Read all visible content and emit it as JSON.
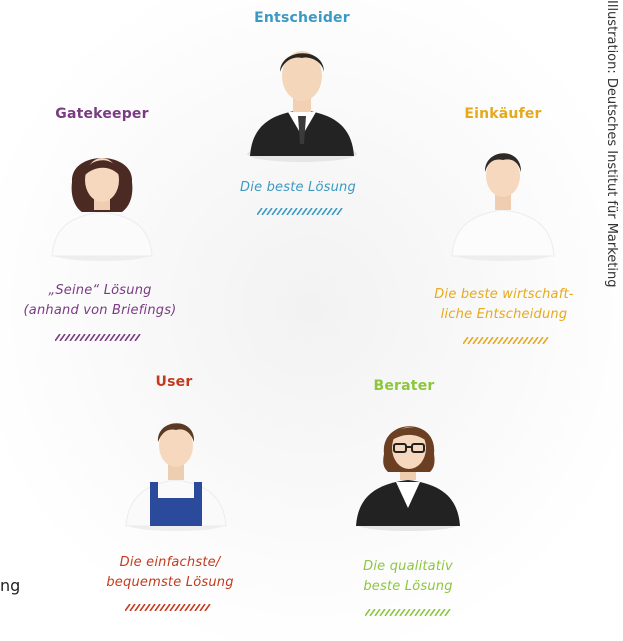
{
  "credit": "Illustration: Deutsches Institut für Marketing",
  "edge_text": "ng",
  "roles": {
    "entscheider": {
      "title": "Entscheider",
      "caption1": "Die beste Lösung",
      "caption2": "",
      "color": "#3b9ac4"
    },
    "gatekeeper": {
      "title": "Gatekeeper",
      "caption1": "„Seine“ Lösung",
      "caption2": "(anhand von Briefings)",
      "color": "#7a3b83"
    },
    "einkaeufer": {
      "title": "Einkäufer",
      "caption1": "Die beste wirtschaft-",
      "caption2": "liche Entscheidung",
      "color": "#e7a91c"
    },
    "user": {
      "title": "User",
      "caption1": "Die einfachste/",
      "caption2": "bequemste Lösung",
      "color": "#c53a1d"
    },
    "berater": {
      "title": "Berater",
      "caption1": "Die qualitativ",
      "caption2": "beste Lösung",
      "color": "#8cc63e"
    }
  }
}
